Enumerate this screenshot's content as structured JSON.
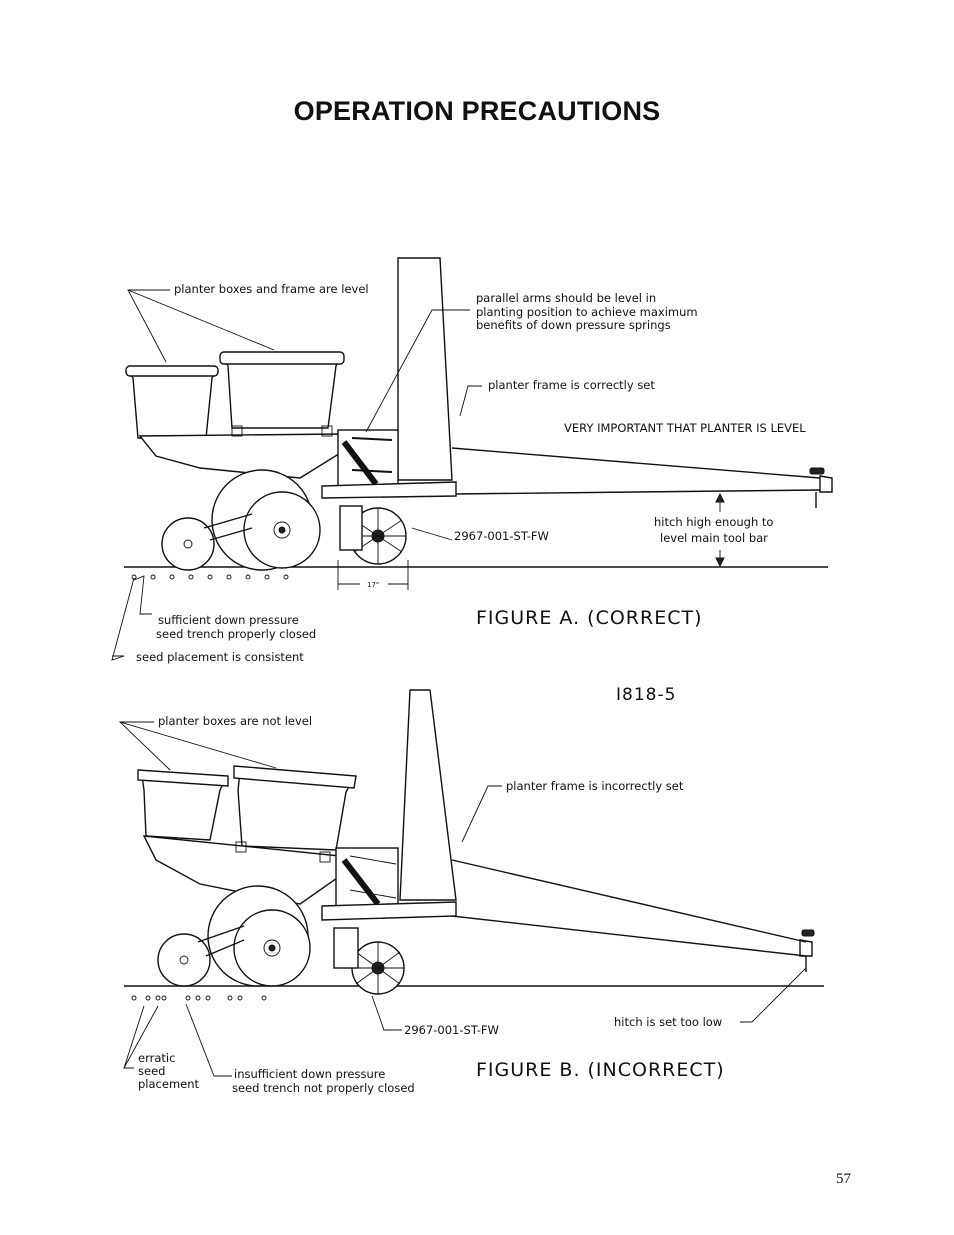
{
  "page": {
    "title": "OPERATION PRECAUTIONS",
    "page_number": "57"
  },
  "figure_a": {
    "caption": "FIGURE A. (CORRECT)",
    "labels": {
      "planter_boxes": "planter boxes and frame are level",
      "parallel_arms_1": "parallel arms should be level in",
      "parallel_arms_2": "planting position to achieve maximum",
      "parallel_arms_3": "benefits of down pressure springs",
      "frame_set": "planter frame is correctly set",
      "very_important": "VERY IMPORTANT THAT PLANTER IS LEVEL",
      "hitch_1": "hitch high enough to",
      "hitch_2": "level main tool bar",
      "part_number": "2967-001-ST-FW",
      "dimension": "17\"",
      "down_pressure_1": "sufficient down pressure",
      "down_pressure_2": "seed trench properly closed",
      "seed_placement": "seed placement is consistent"
    }
  },
  "drawing_code": "I818-5",
  "figure_b": {
    "caption": "FIGURE B. (INCORRECT)",
    "labels": {
      "planter_boxes": "planter boxes are not level",
      "frame_set": "planter frame is incorrectly set",
      "part_number": "2967-001-ST-FW",
      "hitch": "hitch is set too low",
      "erratic_1": "erratic",
      "erratic_2": "seed",
      "erratic_3": "placement",
      "down_pressure_1": "insufficient down pressure",
      "down_pressure_2": "seed trench not properly closed"
    }
  }
}
